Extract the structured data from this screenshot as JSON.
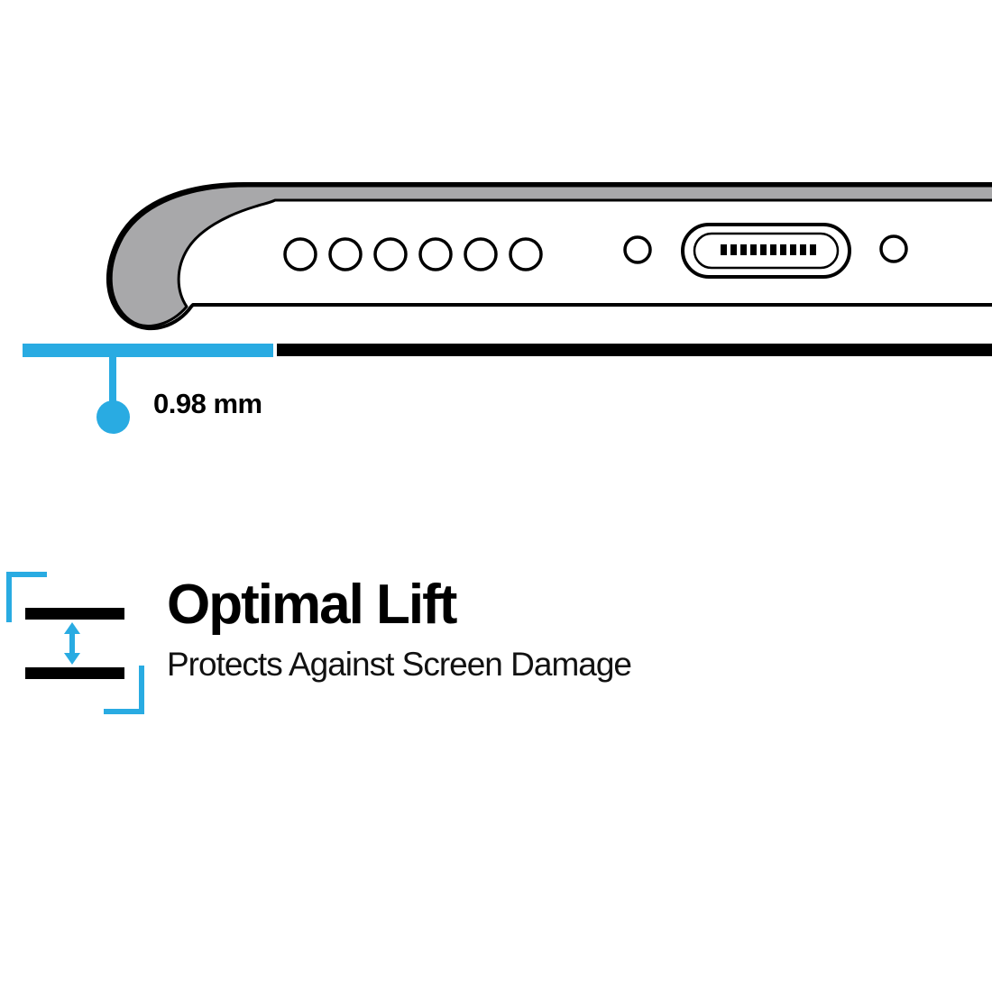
{
  "colors": {
    "accent": "#29ABE2",
    "ink": "#000000",
    "case_gray": "#A8A8AA"
  },
  "measurement": {
    "value": "0.98 mm"
  },
  "feature": {
    "title": "Optimal Lift",
    "subtitle": "Protects Against Screen Damage"
  },
  "icons": {
    "lift_gap_icon": "double-headed vertical arrow between two surfaces with corner brackets",
    "measure_pointer": "dot with vertical leader line"
  }
}
